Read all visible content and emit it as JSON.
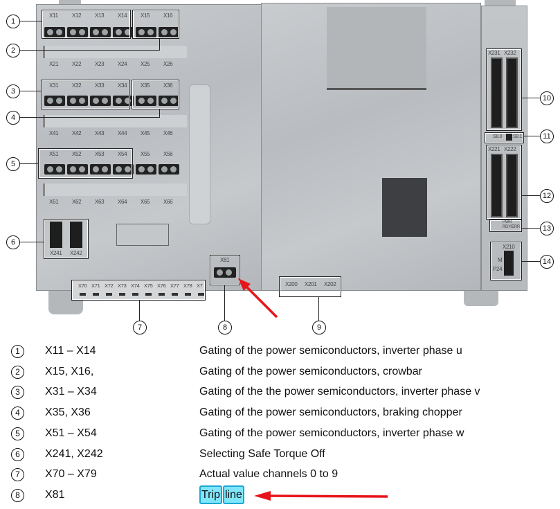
{
  "figure": {
    "row1_labels": [
      "X11",
      "X12",
      "X13",
      "X14",
      "X15",
      "X16"
    ],
    "row2_labels": [
      "X21",
      "X22",
      "X23",
      "X24",
      "X25",
      "X26"
    ],
    "row3_labels": [
      "X31",
      "X32",
      "X33",
      "X34",
      "X35",
      "X36"
    ],
    "row4_labels": [
      "X41",
      "X42",
      "X43",
      "X44",
      "X45",
      "X46"
    ],
    "row5_labels": [
      "X51",
      "X52",
      "X53",
      "X54",
      "X55",
      "X56"
    ],
    "row6_labels": [
      "X61",
      "X62",
      "X63",
      "X64",
      "X65",
      "X66"
    ],
    "sto_labels": [
      "X241",
      "X242"
    ],
    "x81_label": "X81",
    "analog_labels": [
      "X70",
      "X71",
      "X72",
      "X73",
      "X74",
      "X75",
      "X76",
      "X77",
      "X78",
      "X7"
    ],
    "x200_labels": [
      "X200",
      "X201",
      "X202"
    ],
    "top_right_labels": [
      "X231",
      "X232"
    ],
    "switch_labels": [
      "S8.0",
      "S8.1"
    ],
    "mid_right_labels": [
      "X221",
      "X222"
    ],
    "led_labels": [
      "PWR",
      "RDY/ERR"
    ],
    "x210_label": "X210",
    "x210_pins": [
      "M",
      "P24"
    ],
    "callouts": [
      "1",
      "2",
      "3",
      "4",
      "5",
      "6",
      "7",
      "8",
      "9",
      "10",
      "11",
      "12",
      "13",
      "14"
    ],
    "arrow_color": "#e8141b",
    "highlight_color": "#7fe6fb"
  },
  "legend": [
    {
      "num": "1",
      "id": "X11 – X14",
      "desc": "Gating of the power semiconductors, inverter phase u"
    },
    {
      "num": "2",
      "id": "X15, X16,",
      "desc": "Gating of the power semiconductors, crowbar"
    },
    {
      "num": "3",
      "id": "X31 – X34",
      "desc": "Gating of the the power semiconductors, inverter phase v"
    },
    {
      "num": "4",
      "id": "X35, X36",
      "desc": "Gating of the power semiconductors, braking chopper"
    },
    {
      "num": "5",
      "id": "X51 – X54",
      "desc": "Gating of the power semiconductors, inverter phase w"
    },
    {
      "num": "6",
      "id": "X241, X242",
      "desc": "Selecting Safe Torque Off"
    },
    {
      "num": "7",
      "id": "X70 – X79",
      "desc": "Actual value channels 0 to 9"
    },
    {
      "num": "8",
      "id": "X81",
      "desc_words": [
        "Trip",
        "line"
      ]
    }
  ]
}
